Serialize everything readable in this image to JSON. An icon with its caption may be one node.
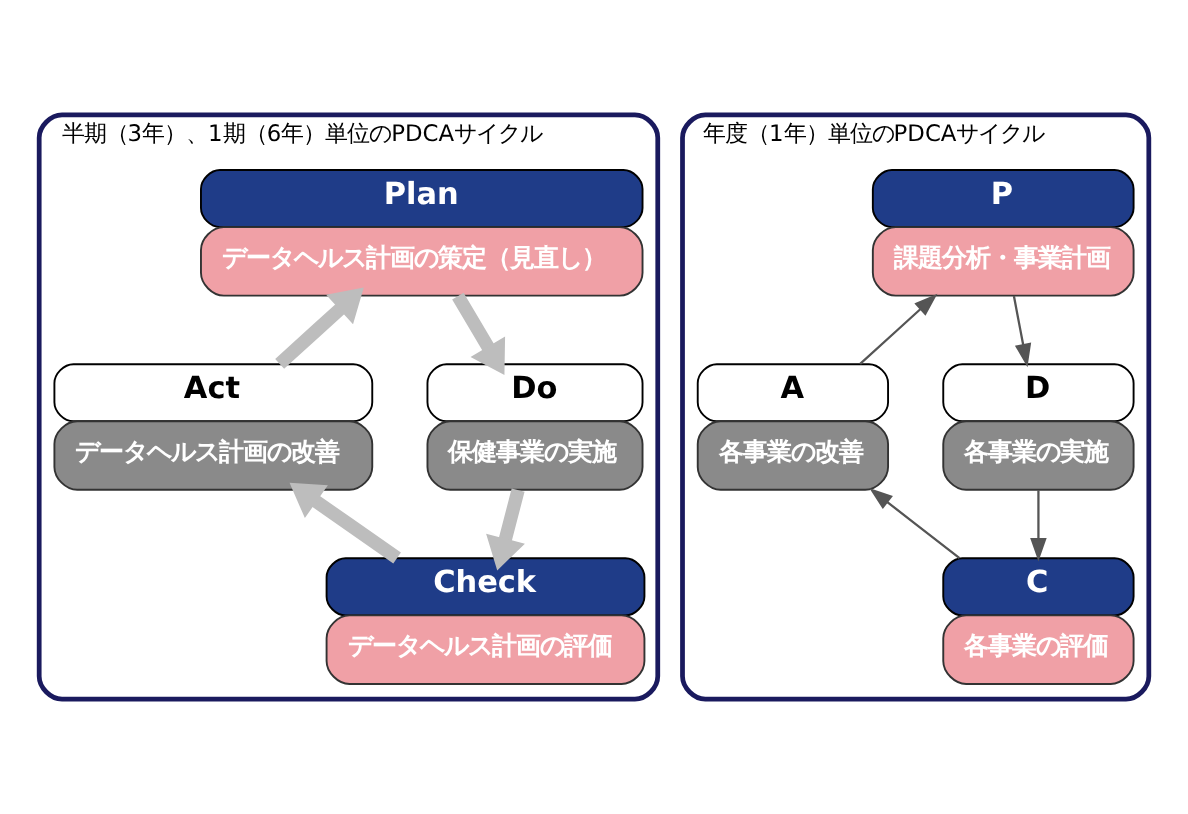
{
  "diagram": {
    "nodes": [
      {
        "text": [
          "半期（3年）、1期（6年）単位のPDCAサイクル"
        ]
      },
      {
        "text": [
          "Plan",
          "データヘルス計画の策定（見直し）"
        ],
        "in": 0
      },
      {
        "text": [
          "Do",
          "保健事業の実施"
        ],
        "in": 0
      },
      {
        "text": [
          "Check",
          "データヘルス計画の評価"
        ],
        "in": 0
      },
      {
        "text": [
          "Act",
          "データヘルス計画の改善"
        ],
        "in": 0
      },
      {
        "text": [
          "年度（1年）単位のPDCAサイクル"
        ]
      },
      {
        "text": [
          "P",
          "課題分析・事業計画"
        ],
        "in": 5
      },
      {
        "text": [
          "D",
          "各事業の実施"
        ],
        "in": 5
      },
      {
        "text": [
          "C",
          "各事業の評価"
        ],
        "in": 5
      },
      {
        "text": [
          "A",
          "各事業の改善"
        ],
        "in": 5
      }
    ],
    "edges": [
      {
        "from": 1,
        "to": 2,
        "arrow": "to",
        "style": "thick",
        "color": "#bdbdbd"
      },
      {
        "from": 2,
        "to": 3,
        "arrow": "to",
        "style": "thick",
        "color": "#bdbdbd"
      },
      {
        "from": 3,
        "to": 4,
        "arrow": "to",
        "style": "thick",
        "color": "#bdbdbd"
      },
      {
        "from": 4,
        "to": 1,
        "arrow": "to",
        "style": "thick",
        "color": "#bdbdbd"
      },
      {
        "from": 6,
        "to": 7,
        "arrow": "to",
        "color": "#555555"
      },
      {
        "from": 7,
        "to": 8,
        "arrow": "to",
        "color": "#555555"
      },
      {
        "from": 8,
        "to": 9,
        "arrow": "to",
        "color": "#555555"
      },
      {
        "from": 9,
        "to": 6,
        "arrow": "to",
        "color": "#555555"
      }
    ]
  }
}
